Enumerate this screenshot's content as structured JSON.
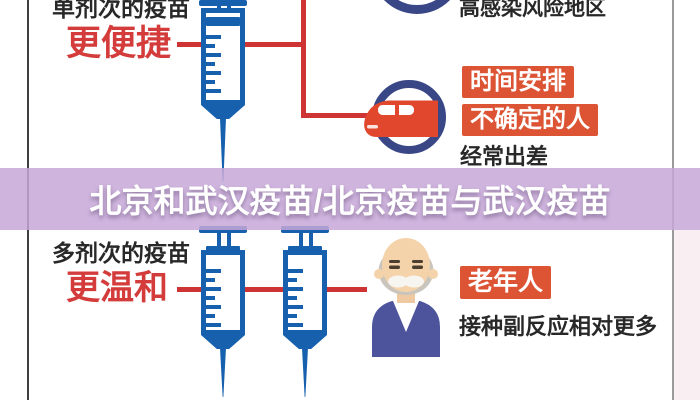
{
  "banner": {
    "text": "北京和武汉疫苗/北京疫苗与武汉疫苗",
    "bg_color": "#c7a8d7",
    "text_color": "#ffffff"
  },
  "top_row": {
    "label": "单剂次的疫苗",
    "highlight": "更便捷",
    "region_note": "高感染风险地区",
    "badge_schedule": "时间安排",
    "badge_uncertain": "不确定的人",
    "travel_note": "经常出差"
  },
  "bottom_row": {
    "label": "多剂次的疫苗",
    "highlight": "更温和",
    "badge_elderly": "老年人",
    "side_effect_note": "接种副反应相对更多"
  },
  "icons": {
    "syringe": "syringe-icon",
    "train": "train-icon",
    "elderly_man": "elderly-man-icon",
    "partial_circle": "circle-icon"
  },
  "colors": {
    "syringe_blue": "#1660ad",
    "ring_navy": "#3a4786",
    "train_red": "#e0472c",
    "badge_orange": "#dc5434",
    "highlight_red": "#d43c3c",
    "connector_red": "#cf3434",
    "banner_purple": "#c7a8d7",
    "text_dark": "#282828"
  }
}
